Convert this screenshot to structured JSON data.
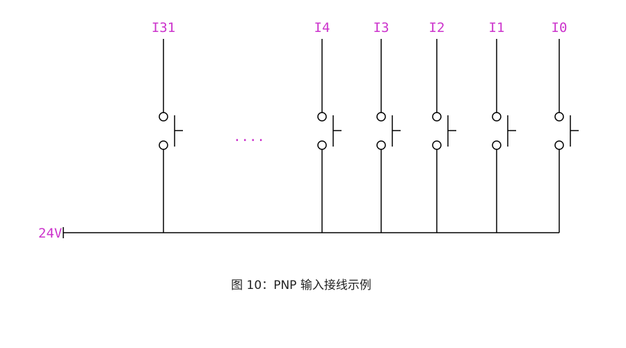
{
  "colors": {
    "label": "#cc33cc",
    "wire": "#000000",
    "caption": "#222222"
  },
  "supply_label": "24V",
  "ellipsis": "....",
  "inputs": [
    {
      "label": "I31"
    },
    {
      "label": "I4"
    },
    {
      "label": "I3"
    },
    {
      "label": "I2"
    },
    {
      "label": "I1"
    },
    {
      "label": "I0"
    }
  ],
  "caption": "图 10：PNP 输入接线示例"
}
